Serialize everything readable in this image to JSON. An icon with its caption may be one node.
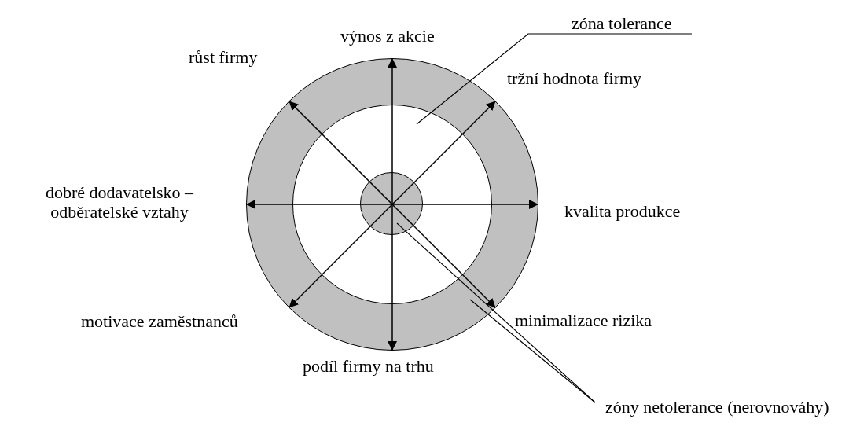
{
  "diagram": {
    "nodes": [
      {
        "text": [],
        "shape": "circle"
      },
      {
        "text": [],
        "shape": "circle",
        "in": 0
      },
      {
        "text": [],
        "shape": "circle",
        "in": 1
      },
      {
        "text": [
          "výnos z akcie"
        ]
      },
      {
        "text": [
          "tržní hodnota firmy"
        ]
      },
      {
        "text": [
          "kvalita produkce"
        ]
      },
      {
        "text": [
          "minimalizace rizika"
        ]
      },
      {
        "text": [
          "podíl firmy na trhu"
        ]
      },
      {
        "text": [
          "motivace zaměstnanců"
        ]
      },
      {
        "text": [
          "dobré dodavatelsko – odběratelské vztahy"
        ]
      },
      {
        "text": [
          "růst firmy"
        ]
      },
      {
        "text": [
          "zóna tolerance"
        ]
      },
      {
        "text": [
          "zóny netolerance (nerovnováhy)"
        ]
      }
    ],
    "edges": [
      {
        "from": 2,
        "to": 3,
        "arrow": "to"
      },
      {
        "from": 2,
        "to": 4,
        "arrow": "to"
      },
      {
        "from": 2,
        "to": 5,
        "arrow": "to"
      },
      {
        "from": 2,
        "to": 6,
        "arrow": "to"
      },
      {
        "from": 2,
        "to": 7,
        "arrow": "to"
      },
      {
        "from": 2,
        "to": 8,
        "arrow": "to"
      },
      {
        "from": 2,
        "to": 9,
        "arrow": "to"
      },
      {
        "from": 2,
        "to": 10,
        "arrow": "to"
      },
      {
        "from": 11,
        "to": 1,
        "arrow": "none"
      },
      {
        "from": 12,
        "to": 2,
        "arrow": "none"
      },
      {
        "from": 12,
        "to": 0,
        "arrow": "none"
      }
    ]
  }
}
